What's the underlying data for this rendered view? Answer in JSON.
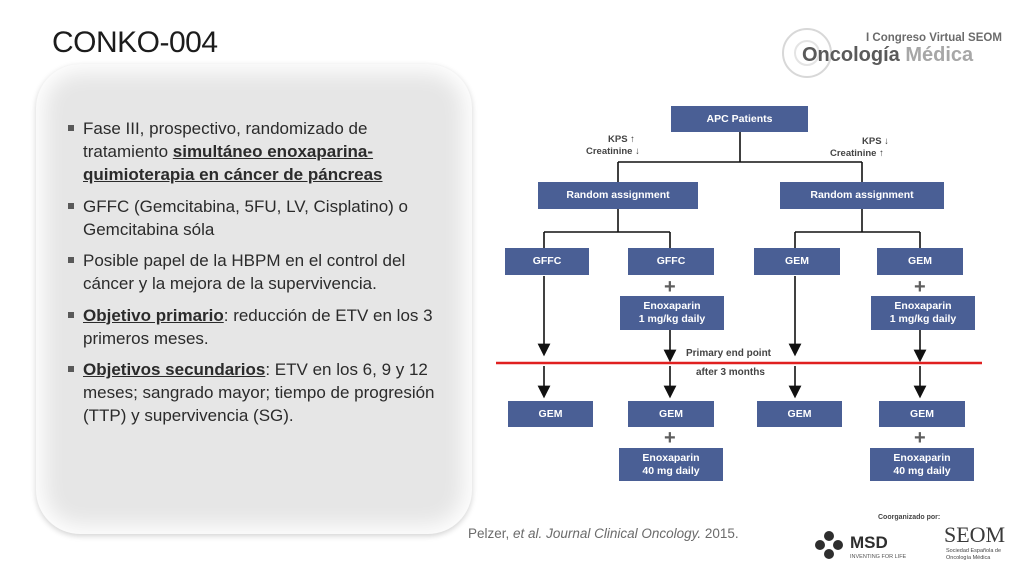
{
  "slide": {
    "title": "CONKO-004"
  },
  "logo": {
    "congress": "I Congreso Virtual SEOM",
    "brand_part1": "Oncología",
    "brand_part2": "Médica"
  },
  "bullets": [
    {
      "before": "Fase III, prospectivo, randomizado de tratamiento ",
      "emph": "simultáneo enoxaparina-quimioterapia en cáncer de páncreas",
      "after": ""
    },
    {
      "before": "GFFC (Gemcitabina, 5FU, LV, Cisplatino) o Gemcitabina sóla",
      "emph": "",
      "after": ""
    },
    {
      "before": "Posible papel de la HBPM en el control del cáncer y la mejora de la supervivencia.",
      "emph": "",
      "after": ""
    },
    {
      "before": "",
      "emph": "Objetivo primario",
      "after": ": reducción de ETV en los 3 primeros meses."
    },
    {
      "before": "",
      "emph": "Objetivos secundarios",
      "after": ": ETV en los 6, 9 y 12 meses; sangrado mayor; tiempo de progresión (TTP) y supervivencia (SG)."
    }
  ],
  "flow": {
    "root": "APC Patients",
    "left_strata": [
      "KPS ↑",
      "Creatinine ↓"
    ],
    "right_strata": [
      "KPS ↓",
      "Creatinine ↑"
    ],
    "random_left": "Random assignment",
    "random_right": "Random assignment",
    "arms": [
      "GFFC",
      "GFFC",
      "GEM",
      "GEM"
    ],
    "plus": "+",
    "enox_daily": [
      "Enoxaparin",
      "1 mg/kg daily"
    ],
    "endpoint_1": "Primary end point",
    "endpoint_2": "after 3 months",
    "followup": [
      "GEM",
      "GEM",
      "GEM",
      "GEM"
    ],
    "enox_fixed": [
      "Enoxaparin",
      "40 mg daily"
    ],
    "accent_line_color": "#e02020",
    "box_color": "#4a5f95"
  },
  "citation": {
    "author": "Pelzer, ",
    "etal": "et al.",
    "journal": " Journal Clinical Oncology.",
    "year": " 2015."
  },
  "sponsors": {
    "label": "Coorganizado por:",
    "msd": "MSD",
    "msd_tagline": "INVENTING FOR LIFE",
    "seom": "SEOM",
    "seom_sub": "Sociedad Española de Oncología Médica"
  }
}
